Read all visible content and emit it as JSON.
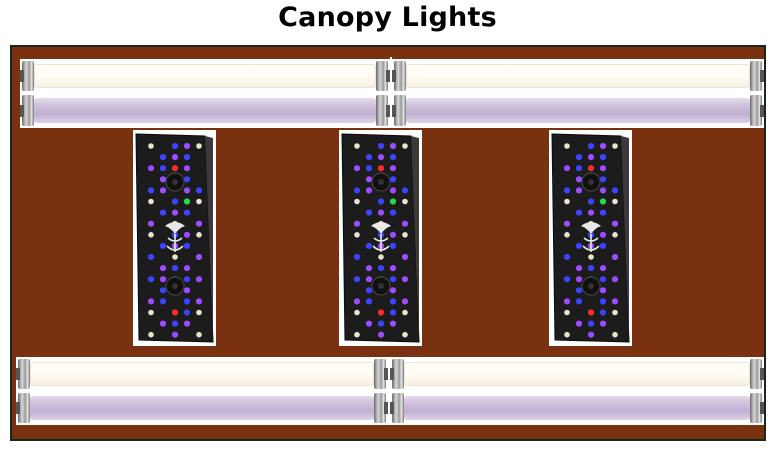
{
  "title": "Canopy Lights",
  "colors": {
    "canopy_wood": "#7a310f",
    "canopy_border": "#1b2621",
    "tube_white": "#fffcf5",
    "tube_actinic": "#cfc1dc",
    "fixture_body": "#1c1c1c",
    "led_blue": "#3d43ff",
    "led_violet": "#9b4dff",
    "led_white": "#e9e3cc",
    "led_red": "#ff2a2a",
    "led_green": "#27d84a"
  },
  "canopy": {
    "top_tubes": [
      {
        "name": "top-left-daylight",
        "type": "daylight"
      },
      {
        "name": "top-right-daylight",
        "type": "daylight"
      },
      {
        "name": "top-left-actinic",
        "type": "actinic"
      },
      {
        "name": "top-right-actinic",
        "type": "actinic"
      }
    ],
    "led_fixtures": [
      {
        "name": "led-fixture-left"
      },
      {
        "name": "led-fixture-center"
      },
      {
        "name": "led-fixture-right"
      }
    ],
    "bottom_tubes": [
      {
        "name": "bottom-left-daylight",
        "type": "daylight"
      },
      {
        "name": "bottom-right-daylight",
        "type": "daylight"
      },
      {
        "name": "bottom-left-actinic",
        "type": "actinic"
      },
      {
        "name": "bottom-right-actinic",
        "type": "actinic"
      }
    ]
  }
}
